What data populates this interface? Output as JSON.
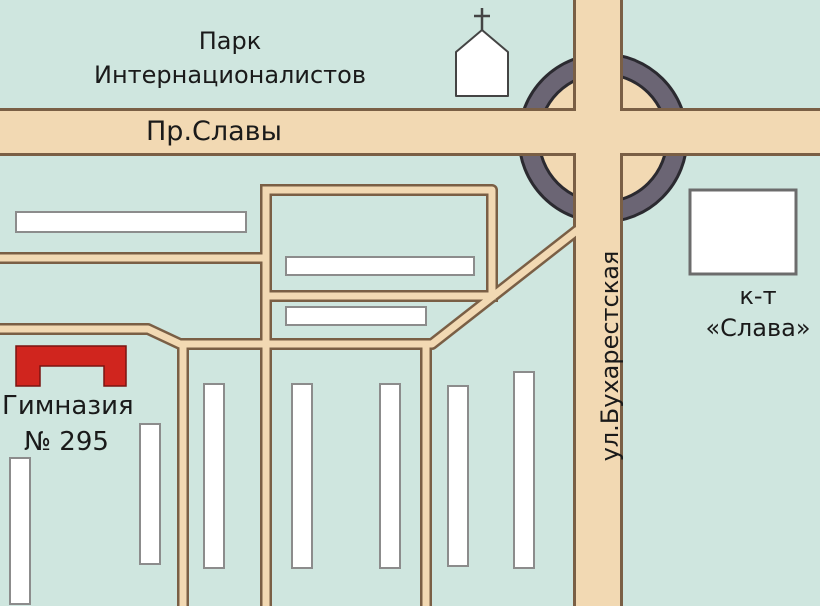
{
  "map": {
    "background_color": "#cfe6df",
    "road_color": "#f2d9b3",
    "road_edge_color": "#7a5f45",
    "ring_color": "#6b6574",
    "school_color": "#d0251e"
  },
  "labels": {
    "park_line1": "Парк",
    "park_line2": "Интернационалистов",
    "prospekt": "Пр.Славы",
    "street": "ул.Бухарестская",
    "school_line1": "Гимназия",
    "school_line2": "№  295",
    "kino_line1": "к-т",
    "kino_line2": "«Слава»"
  },
  "icons": {
    "church": "church-icon"
  }
}
